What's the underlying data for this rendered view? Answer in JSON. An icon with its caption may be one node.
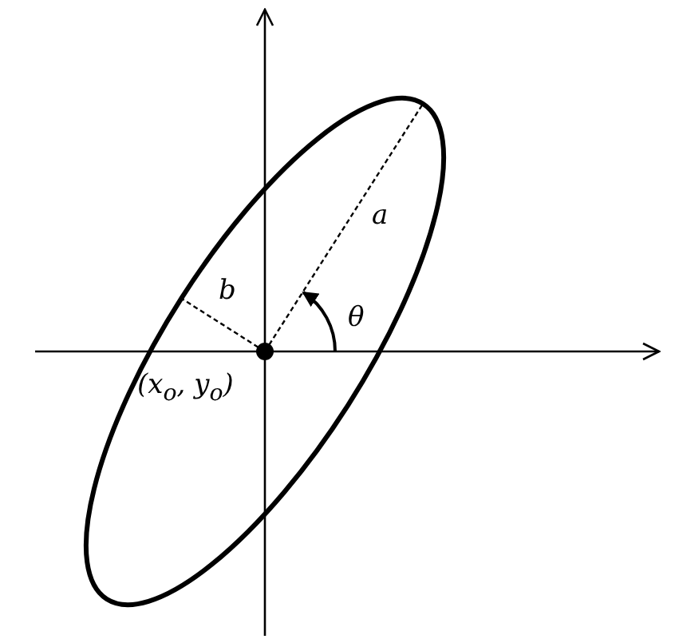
{
  "diagram": {
    "labels": [
      "a",
      "b",
      "θ",
      "(x$_{o}$, y$_{o}$)"
    ]
  }
}
